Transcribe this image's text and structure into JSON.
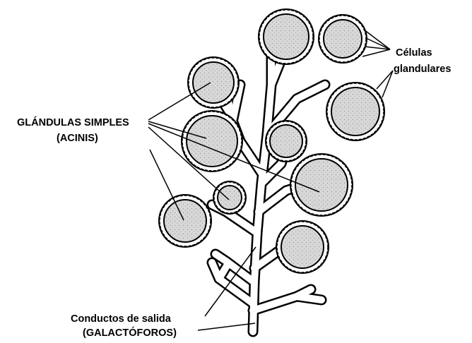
{
  "labels": {
    "cells_line1": "Células",
    "cells_line2": "glandulares",
    "acini_line1": "GLÁNDULAS SIMPLES",
    "acini_line2": "(ACINIS)",
    "ducts_line1": "Conductos de salida",
    "ducts_line2": "(GALACTÓFOROS)"
  },
  "colors": {
    "ink": "#000000",
    "acinus_fill": "#d9d9d9",
    "duct_fill": "#ffffff",
    "background": "#ffffff"
  }
}
